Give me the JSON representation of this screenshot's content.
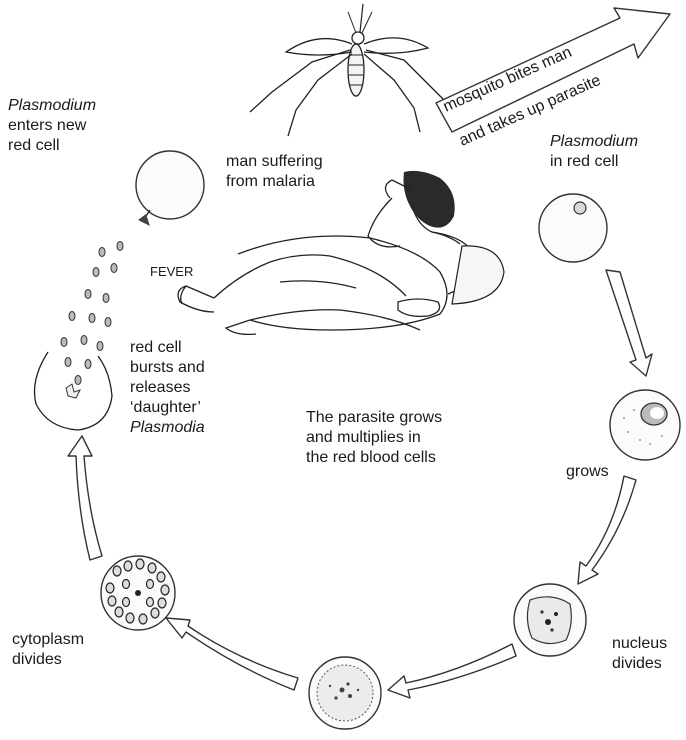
{
  "labels": {
    "mosquito_banner": [
      "mosquito bites man",
      "and takes  up parasite"
    ],
    "plasmodium_in_red_cell": [
      "Plasmodium",
      "in red cell"
    ],
    "enters_new_red_cell": [
      "Plasmodium",
      "enters new",
      "red cell"
    ],
    "man_suffering": [
      "man suffering",
      "from malaria"
    ],
    "fever": "FEVER",
    "red_cell_bursts": [
      "red cell",
      "bursts and",
      "releases",
      "‘daughter’",
      "Plasmodia"
    ],
    "center_text": [
      "The parasite grows",
      "and multiplies in",
      "the red blood cells"
    ],
    "grows": "grows",
    "nucleus_divides": [
      "nucleus",
      "divides"
    ],
    "cytoplasm_divides": [
      "cytoplasm",
      "divides"
    ]
  }
}
